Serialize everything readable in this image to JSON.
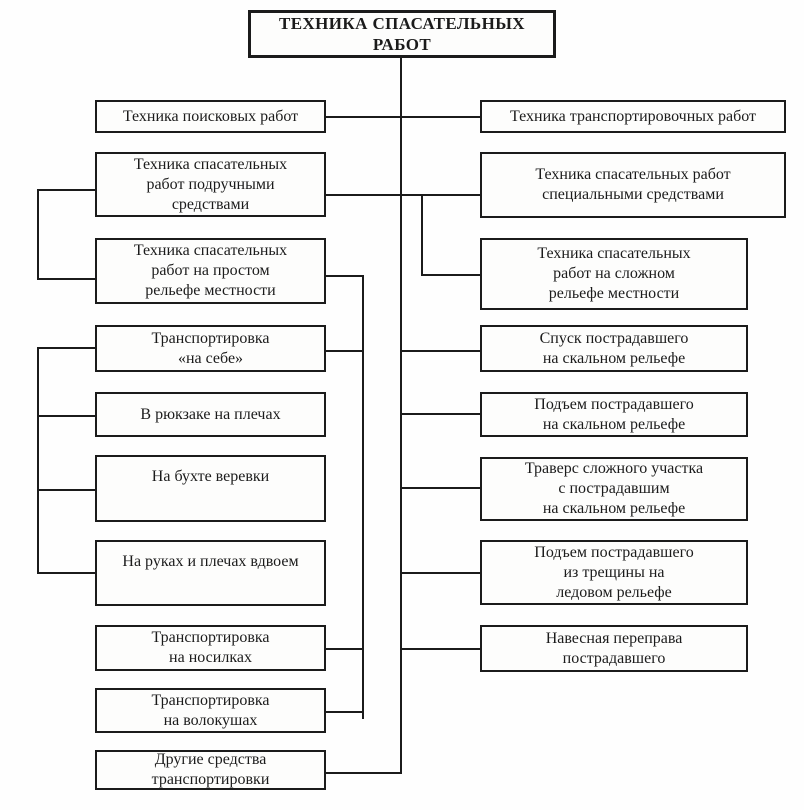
{
  "diagram": {
    "root": {
      "label": "ТЕХНИКА СПАСАТЕЛЬНЫХ\nРАБОТ"
    },
    "left": [
      {
        "label": "Техника поисковых работ"
      },
      {
        "label": "Техника спасательных\nработ подручными\nсредствами"
      },
      {
        "label": "Техника спасательных\nработ на простом\nрельефе местности"
      },
      {
        "label": "Транспортировка\n«на себе»"
      },
      {
        "label": "В рюкзаке на плечах"
      },
      {
        "label": "На бухте веревки"
      },
      {
        "label": "На руках и плечах вдвоем"
      },
      {
        "label": "Транспортировка\nна носилках"
      },
      {
        "label": "Транспортировка\nна волокушах"
      },
      {
        "label": "Другие средства\nтранспортировки"
      }
    ],
    "right": [
      {
        "label": "Техника транспортировочных работ"
      },
      {
        "label": "Техника спасательных работ\nспециальными средствами"
      },
      {
        "label": "Техника спасательных\nработ на сложном\nрельефе местности"
      },
      {
        "label": "Спуск пострадавшего\nна скальном рельефе"
      },
      {
        "label": "Подъем пострадавшего\nна скальном рельефе"
      },
      {
        "label": "Траверс сложного участка\nс пострадавшим\nна скальном рельефе"
      },
      {
        "label": "Подъем пострадавшего\nиз трещины на\nледовом рельефе"
      },
      {
        "label": "Навесная переправа\nпострадавшего"
      }
    ],
    "colors": {
      "ink": "#1b1b1b",
      "background": "#fefefe"
    }
  }
}
